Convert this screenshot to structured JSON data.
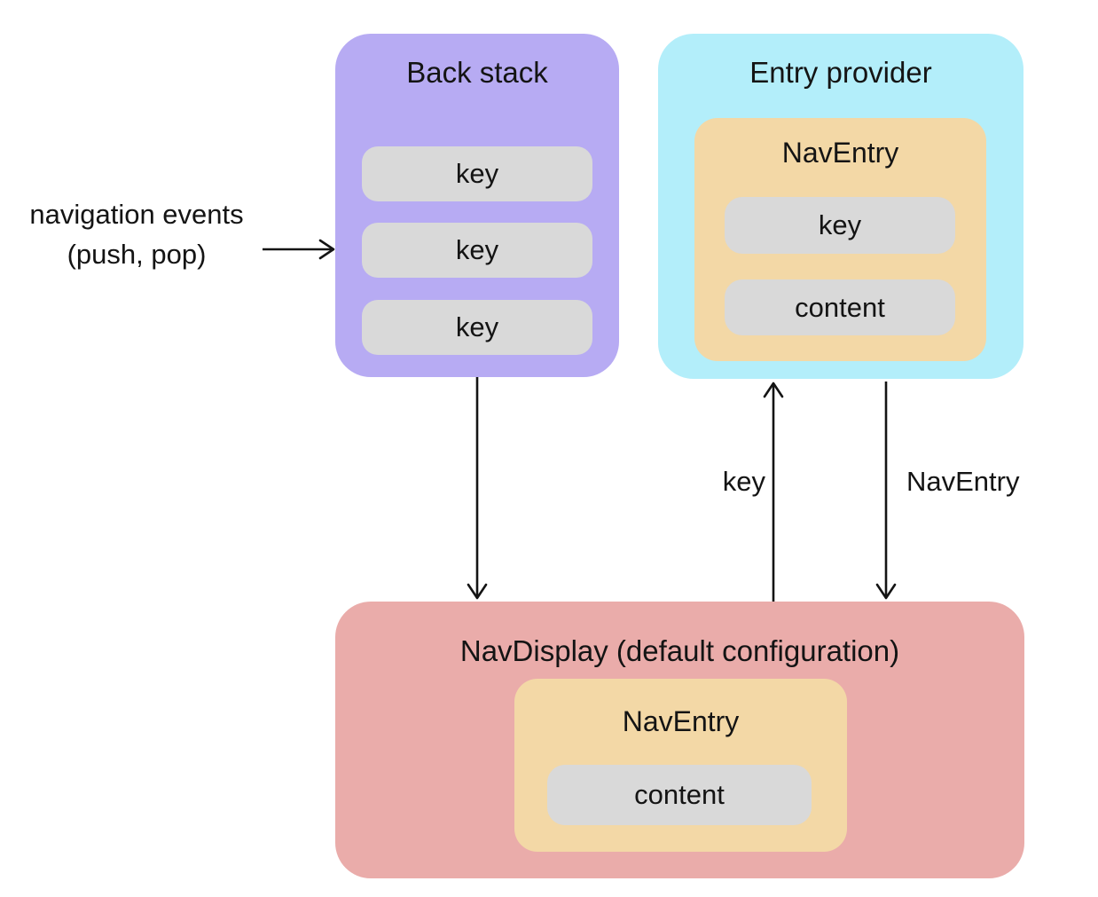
{
  "diagram": {
    "left_label": {
      "line1": "navigation events",
      "line2": "(push, pop)"
    },
    "back_stack": {
      "title": "Back stack",
      "keys": [
        "key",
        "key",
        "key"
      ]
    },
    "entry_provider": {
      "title": "Entry provider",
      "nav_entry": {
        "title": "NavEntry",
        "key_label": "key",
        "content_label": "content"
      }
    },
    "nav_display": {
      "title": "NavDisplay (default configuration)",
      "nav_entry": {
        "title": "NavEntry",
        "content_label": "content"
      }
    },
    "arrow_labels": {
      "key": "key",
      "nav_entry": "NavEntry"
    }
  },
  "colors": {
    "back_stack_bg": "#b7abf3",
    "entry_provider_bg": "#b3eefa",
    "nav_entry_bg": "#f3d8a6",
    "chip_bg": "#d9d9d9",
    "nav_display_bg": "#eaacaa",
    "text": "#141414",
    "arrow": "#141414"
  }
}
